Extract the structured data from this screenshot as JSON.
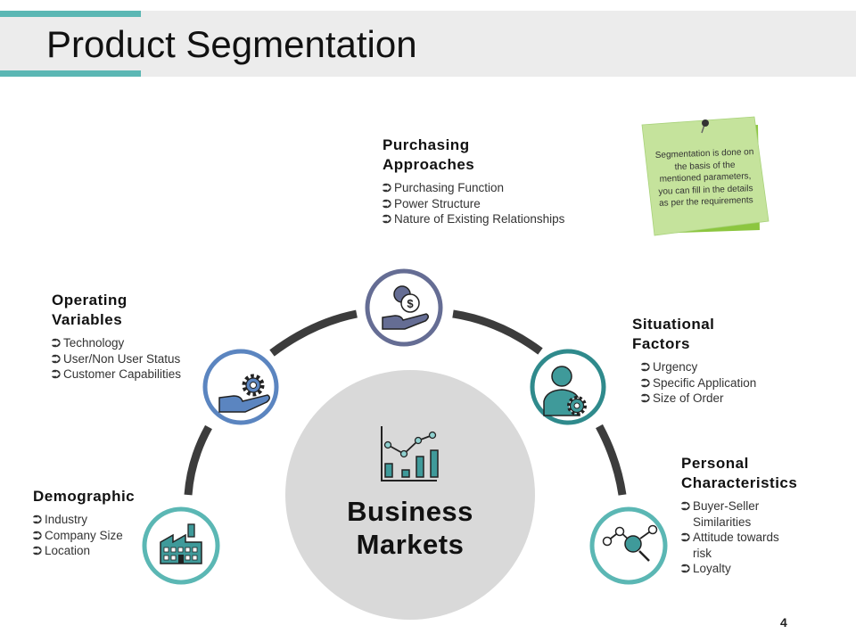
{
  "slide": {
    "title": "Product Segmentation",
    "page_number": "4",
    "center": {
      "line1": "Business",
      "line2": "Markets"
    },
    "note": {
      "text": "Segmentation is done on the basis of the mentioned parameters, you can fill in the details as per the requirements"
    },
    "segments": {
      "demographic": {
        "title": "Demographic",
        "items": [
          "Industry",
          "Company Size",
          "Location"
        ]
      },
      "operating": {
        "title_line1": "Operating",
        "title_line2": "Variables",
        "items": [
          "Technology",
          "User/Non User Status",
          "Customer Capabilities"
        ]
      },
      "purchasing": {
        "title_line1": "Purchasing",
        "title_line2": "Approaches",
        "items": [
          "Purchasing Function",
          "Power Structure",
          "Nature of Existing Relationships"
        ]
      },
      "situational": {
        "title_line1": "Situational",
        "title_line2": "Factors",
        "items": [
          "Urgency",
          "Specific Application",
          "Size of Order"
        ]
      },
      "personal": {
        "title_line1": "Personal",
        "title_line2": "Characteristics",
        "items_lines": [
          "Buyer-Seller",
          "Similarities",
          "Attitude towards",
          "risk",
          "Loyalty"
        ]
      }
    },
    "colors": {
      "accent_teal": "#5bb7b4",
      "ring_blue": "#5b85c0",
      "ring_purple": "#656d94",
      "ring_dark_teal": "#2f8a8c",
      "arc": "#3c3c3c",
      "center_circle": "#d9d9d9",
      "note_green": "#c5e39c"
    },
    "icons": {
      "demographic": "factory-icon",
      "operating": "hand-gear-icon",
      "purchasing": "hand-money-icon",
      "situational": "person-gear-icon",
      "personal": "network-magnifier-icon",
      "center": "bar-line-chart-icon"
    }
  }
}
